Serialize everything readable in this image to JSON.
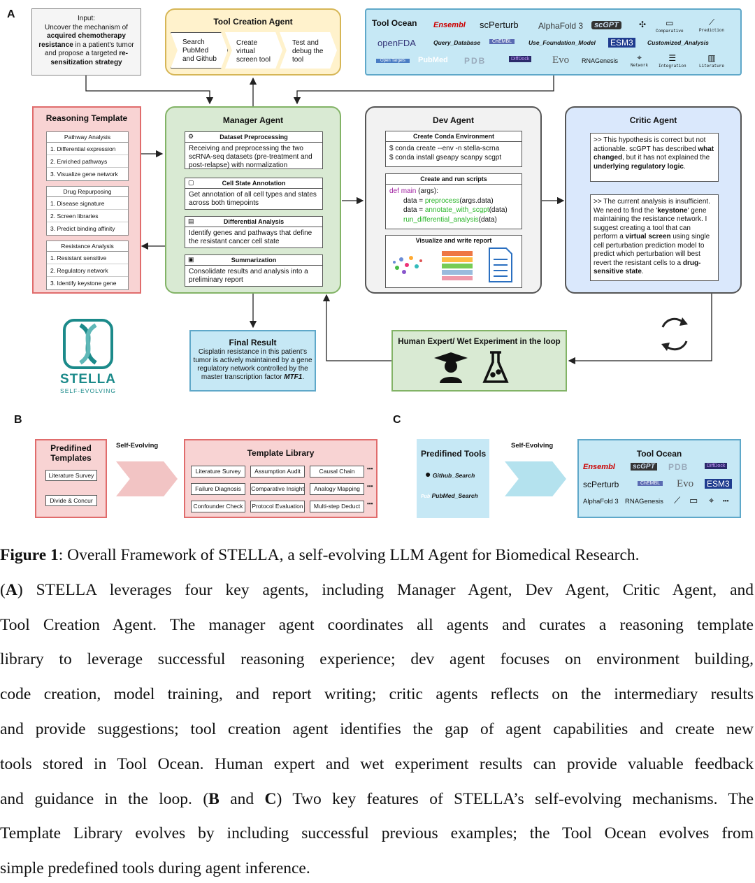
{
  "panels": {
    "a": "A",
    "b": "B",
    "c": "C"
  },
  "input": {
    "title": "Input:",
    "text_parts": [
      "Uncover the mechanism of ",
      "acquired chemotherapy resistance",
      " in a patient's tumor and propose a targeted ",
      "re-sensitization strategy"
    ]
  },
  "tool_creation": {
    "title": "Tool Creation Agent",
    "steps": [
      "Search PubMed and Github",
      "Create virtual screen tool",
      "Test and debug the tool"
    ]
  },
  "tool_ocean": {
    "title": "Tool Ocean",
    "row1": [
      "Ensembl",
      "scPerturb",
      "AlphaFold 3",
      "scGPT",
      "Comparative",
      "Prediction"
    ],
    "row2": [
      "openFDA",
      "Query_Database",
      "Use_Foundation_Model",
      "ESM3",
      "Customized_Analysis"
    ],
    "row3": [
      "PubMed",
      "PDB",
      "DiffDock",
      "Evo",
      "RNAGenesis",
      "Network",
      "Integration",
      "Literature"
    ]
  },
  "reasoning": {
    "title": "Reasoning Template",
    "groups": [
      {
        "name": "Pathway Analysis",
        "items": [
          "1. Differential expression",
          "2. Enriched pathways",
          "3. Visualize gene network"
        ]
      },
      {
        "name": "Drug Repurposing",
        "items": [
          "1. Disease signature",
          "2. Screen libraries",
          "3. Predict binding affinity"
        ]
      },
      {
        "name": "Resistance Analysis",
        "items": [
          "1. Resistant sensitive",
          "2. Regulatory network",
          "3. Identify keystone gene"
        ]
      }
    ]
  },
  "manager": {
    "title": "Manager Agent",
    "sections": [
      {
        "icon": "⚙",
        "name": "Dataset Preprocessing",
        "text": "Receiving and preprocessing the two scRNA-seq datasets (pre-treatment and post-relapse) with normalization"
      },
      {
        "icon": "▢",
        "name": "Cell State Annotation",
        "text": "Get annotation of all cell types and states across both timepoints"
      },
      {
        "icon": "▤",
        "name": "Differential Analysis",
        "text": "Identify genes and pathways that define the resistant cancer cell state"
      },
      {
        "icon": "▣",
        "name": "Summarization",
        "text": "Consolidate results and analysis into a preliminary report"
      }
    ]
  },
  "dev": {
    "title": "Dev Agent",
    "env_title": "Create Conda Environment",
    "env_lines": [
      "$ conda create --env -n stella-scrna",
      "$ conda install gseapy scanpy scgpt"
    ],
    "scripts_title": "Create and run scripts",
    "code": {
      "kw": "def",
      "fn": "main",
      "args": " (args):",
      "l1a": "data = ",
      "l1b": "preprocess",
      "l1c": "(args.data)",
      "l2a": "data = ",
      "l2b": "annotate_with_scgpt",
      "l2c": "(data)",
      "l3a": "run_differential_analysis",
      "l3b": "(data)"
    },
    "report_title": "Visualize and write report"
  },
  "critic": {
    "title": "Critic Agent",
    "c1": [
      ">> This hypothesis is correct but not actionable. scGPT has described ",
      "what changed",
      ", but it has not explained the ",
      "underlying regulatory logic",
      "."
    ],
    "c2": [
      ">> The current analysis is insufficient. We need to find the '",
      "keystone",
      "' gene maintaining the resistance network. I suggest creating a tool that can perform a ",
      "virtual screen",
      " using single cell perturbation prediction model to predict which perturbation will best revert the resistant cells to a ",
      "drug-sensitive state",
      "."
    ]
  },
  "final": {
    "title": "Final Result",
    "text": "Cisplatin resistance in this patient's tumor is actively maintained by a gene regulatory network controlled by the master transcription factor ",
    "tf": "MTF1",
    "end": "."
  },
  "human": {
    "title": "Human Expert/ Wet Experiment in the loop"
  },
  "stella": {
    "name": "STELLA",
    "tag": "SELF-EVOLVING"
  },
  "b": {
    "pre_title": "Predifined Templates",
    "pre_items": [
      "Literature Survey",
      "Divide & Concur"
    ],
    "arrow": "Self-Evolving",
    "lib_title": "Template Library",
    "lib_items": [
      "Literature Survey",
      "Assumption Audit",
      "Causal Chain",
      "Failure Diagnosis",
      "Comparative Insight",
      "Analogy Mapping",
      "Confounder Check",
      "Protocol Evaluation",
      "Multi-step Deduct"
    ],
    "more": "•••"
  },
  "c": {
    "pre_title": "Predifined Tools",
    "pre_items": [
      "Github_Search",
      "PubMed_Search"
    ],
    "arrow": "Self-Evolving",
    "ocean_title": "Tool Ocean",
    "ocean_row1": [
      "Ensembl",
      "scGPT",
      "PDB",
      "DiffDock"
    ],
    "ocean_row2": [
      "scPerturb",
      "ChEMBL",
      "Evo",
      "ESM3"
    ],
    "ocean_row3": [
      "AlphaFold 3",
      "RNAGenesis"
    ],
    "more": "•••"
  },
  "caption": {
    "l1_bold": "Figure 1",
    "l1": ": Overall Framework of STELLA, a self-evolving LLM Agent for Biomedical Research.",
    "l2a": "(",
    "l2b": "A",
    "l2c": ") STELLA leverages four key agents, including Manager Agent, Dev Agent, Critic Agent, and",
    "l3": "Tool Creation Agent. The manager agent coordinates all agents and curates a reasoning template",
    "l4": "library to leverage successful reasoning experience; dev agent focuses on environment building,",
    "l5": "code creation, model training, and report writing; critic agents reflects on the intermediary results",
    "l6": "and provide suggestions; tool creation agent identifies the gap of agent capabilities and create new",
    "l7": "tools stored in Tool Ocean. Human expert and wet experiment results can provide valuable feedback",
    "l8a": "and guidance in the loop. (",
    "l8b": "B",
    "l8c": " and ",
    "l8d": "C",
    "l8e": ") Two key features of STELLA’s self-evolving mechanisms. The",
    "l9": "Template Library evolves by including successful previous examples; the Tool Ocean evolves from",
    "l10": "simple predefined tools during agent inference."
  },
  "colors": {
    "red_fill": "#f8d3d3",
    "red_border": "#e06c6c",
    "green_fill": "#d9ead3",
    "green_border": "#82b366",
    "yellow_fill": "#fff2cc",
    "yellow_border": "#d6b656",
    "blue_fill": "#dae8fc",
    "blue_border": "#6c8ebf",
    "cyan_fill": "#c6e8f5",
    "cyan_border": "#5fa8c9",
    "teal": "#1b8a8a"
  }
}
